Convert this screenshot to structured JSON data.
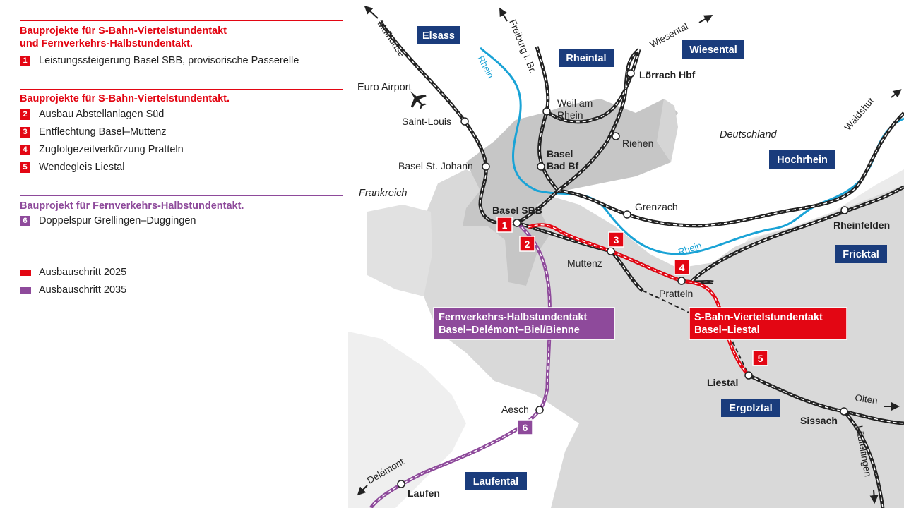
{
  "colors": {
    "red": "#e30613",
    "purple": "#8e4a9b",
    "navy": "#1a3c7c",
    "rhine": "#1aa3d6",
    "land_dark": "#c8c8c8",
    "land_mid": "#d9d9d9",
    "land_light": "#ebebeb"
  },
  "legend": {
    "section1": {
      "title_line1": "Bauprojekte für S-Bahn-Viertelstundentakt",
      "title_line2": "und Fernverkehrs-Halbstundentakt.",
      "items": [
        {
          "num": "1",
          "text": "Leistungssteigerung Basel SBB, provisorische Passerelle"
        }
      ]
    },
    "section2": {
      "title": "Bauprojekte für S-Bahn-Viertelstundentakt.",
      "items": [
        {
          "num": "2",
          "text": "Ausbau Abstellanlagen Süd"
        },
        {
          "num": "3",
          "text": "Entflechtung Basel–Muttenz"
        },
        {
          "num": "4",
          "text": "Zugfolgezeitverkürzung Pratteln"
        },
        {
          "num": "5",
          "text": "Wendegleis Liestal"
        }
      ]
    },
    "section3": {
      "title": "Bauprojekt für Fernverkehrs-Halbstundentakt.",
      "items": [
        {
          "num": "6",
          "text": "Doppelspur Grellingen–Duggingen"
        }
      ]
    },
    "keys": [
      {
        "label": "Ausbauschritt 2025",
        "color": "#e30613"
      },
      {
        "label": "Ausbauschritt 2035",
        "color": "#8e4a9b"
      }
    ]
  },
  "map": {
    "regions": {
      "elsass": "Elsass",
      "rheintal": "Rheintal",
      "wiesental": "Wiesental",
      "hochrhein": "Hochrhein",
      "fricktal": "Fricktal",
      "ergolztal": "Ergolztal",
      "laufental": "Laufental"
    },
    "countries": {
      "frankreich": "Frankreich",
      "deutschland": "Deutschland"
    },
    "river": {
      "rhein": "Rhein"
    },
    "directions": {
      "mulhouse": "Mulhouse",
      "freiburg": "Freiburg i. Br.",
      "wiesental": "Wiesental",
      "waldshut": "Waldshut",
      "olten": "Olten",
      "laeufelfingen": "Läufelfingen",
      "delemont": "Delémont"
    },
    "airport": "Euro Airport",
    "stations": {
      "saint_louis": "Saint-Louis",
      "basel_st_johann": "Basel St. Johann",
      "basel_sbb": "Basel SBB",
      "basel_bad_bf_1": "Basel",
      "basel_bad_bf_2": "Bad Bf",
      "weil_1": "Weil am",
      "weil_2": "Rhein",
      "loerrach": "Lörrach Hbf",
      "riehen": "Riehen",
      "grenzach": "Grenzach",
      "rheinfelden": "Rheinfelden",
      "muttenz": "Muttenz",
      "pratteln": "Pratteln",
      "liestal": "Liestal",
      "sissach": "Sissach",
      "aesch": "Aesch",
      "laufen": "Laufen"
    },
    "markers": [
      "1",
      "2",
      "3",
      "4",
      "5",
      "6"
    ],
    "callouts": {
      "fernverkehr_line1": "Fernverkehrs-Halbstundentakt",
      "fernverkehr_line2": "Basel–Delémont–Biel/Bienne",
      "sbahn_line1": "S-Bahn-Viertelstundentakt",
      "sbahn_line2": "Basel–Liestal"
    }
  }
}
